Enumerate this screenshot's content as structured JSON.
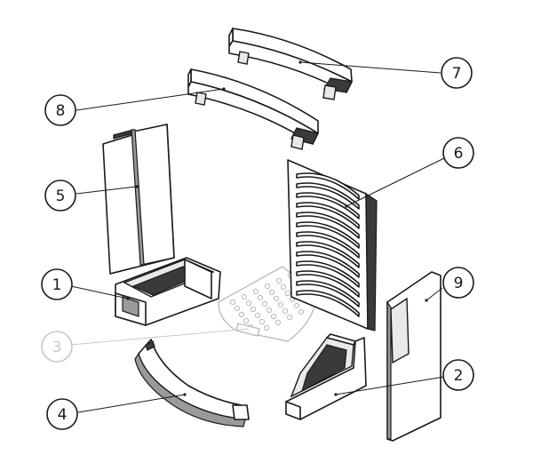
{
  "callouts": [
    {
      "id": "1",
      "label": "1",
      "faded": false
    },
    {
      "id": "2",
      "label": "2",
      "faded": false
    },
    {
      "id": "3",
      "label": "3",
      "faded": true
    },
    {
      "id": "4",
      "label": "4",
      "faded": false
    },
    {
      "id": "5",
      "label": "5",
      "faded": false
    },
    {
      "id": "6",
      "label": "6",
      "faded": false
    },
    {
      "id": "7",
      "label": "7",
      "faded": false
    },
    {
      "id": "8",
      "label": "8",
      "faded": false
    },
    {
      "id": "9",
      "label": "9",
      "faded": false
    }
  ]
}
